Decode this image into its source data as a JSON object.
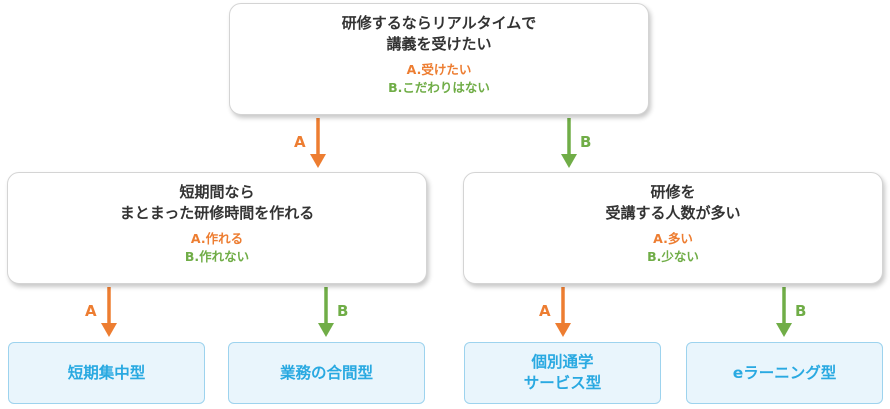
{
  "colors": {
    "option_a": "#ed7d31",
    "option_b": "#70ad47",
    "result_text": "#29a9e1",
    "result_fill": "#e9f5fc"
  },
  "root": {
    "lines": [
      "研修するならリアルタイムで",
      "講義を受けたい"
    ],
    "option_a": "A.受けたい",
    "option_b": "B.こだわりはない"
  },
  "left": {
    "lines": [
      "短期間なら",
      "まとまった研修時間を作れる"
    ],
    "option_a": "A.作れる",
    "option_b": "B.作れない"
  },
  "right": {
    "lines": [
      "研修を",
      "受講する人数が多い"
    ],
    "option_a": "A.多い",
    "option_b": "B.少ない"
  },
  "edges": {
    "root_a": "A",
    "root_b": "B",
    "left_a": "A",
    "left_b": "B",
    "right_a": "A",
    "right_b": "B"
  },
  "results": [
    {
      "lines": [
        "短期集中型"
      ]
    },
    {
      "lines": [
        "業務の合間型"
      ]
    },
    {
      "lines": [
        "個別通学",
        "サービス型"
      ]
    },
    {
      "lines": [
        "eラーニング型"
      ]
    }
  ]
}
